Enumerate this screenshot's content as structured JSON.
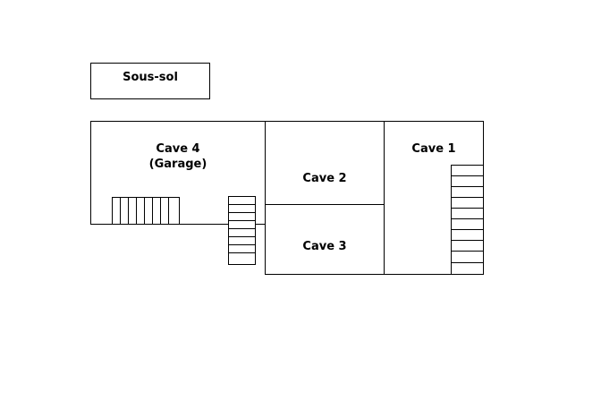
{
  "title": "Sous-sol",
  "rooms": {
    "cave4_name": "Cave 4",
    "cave4_sub": "(Garage)",
    "cave2": "Cave 2",
    "cave3": "Cave 3",
    "cave1": "Cave 1"
  }
}
